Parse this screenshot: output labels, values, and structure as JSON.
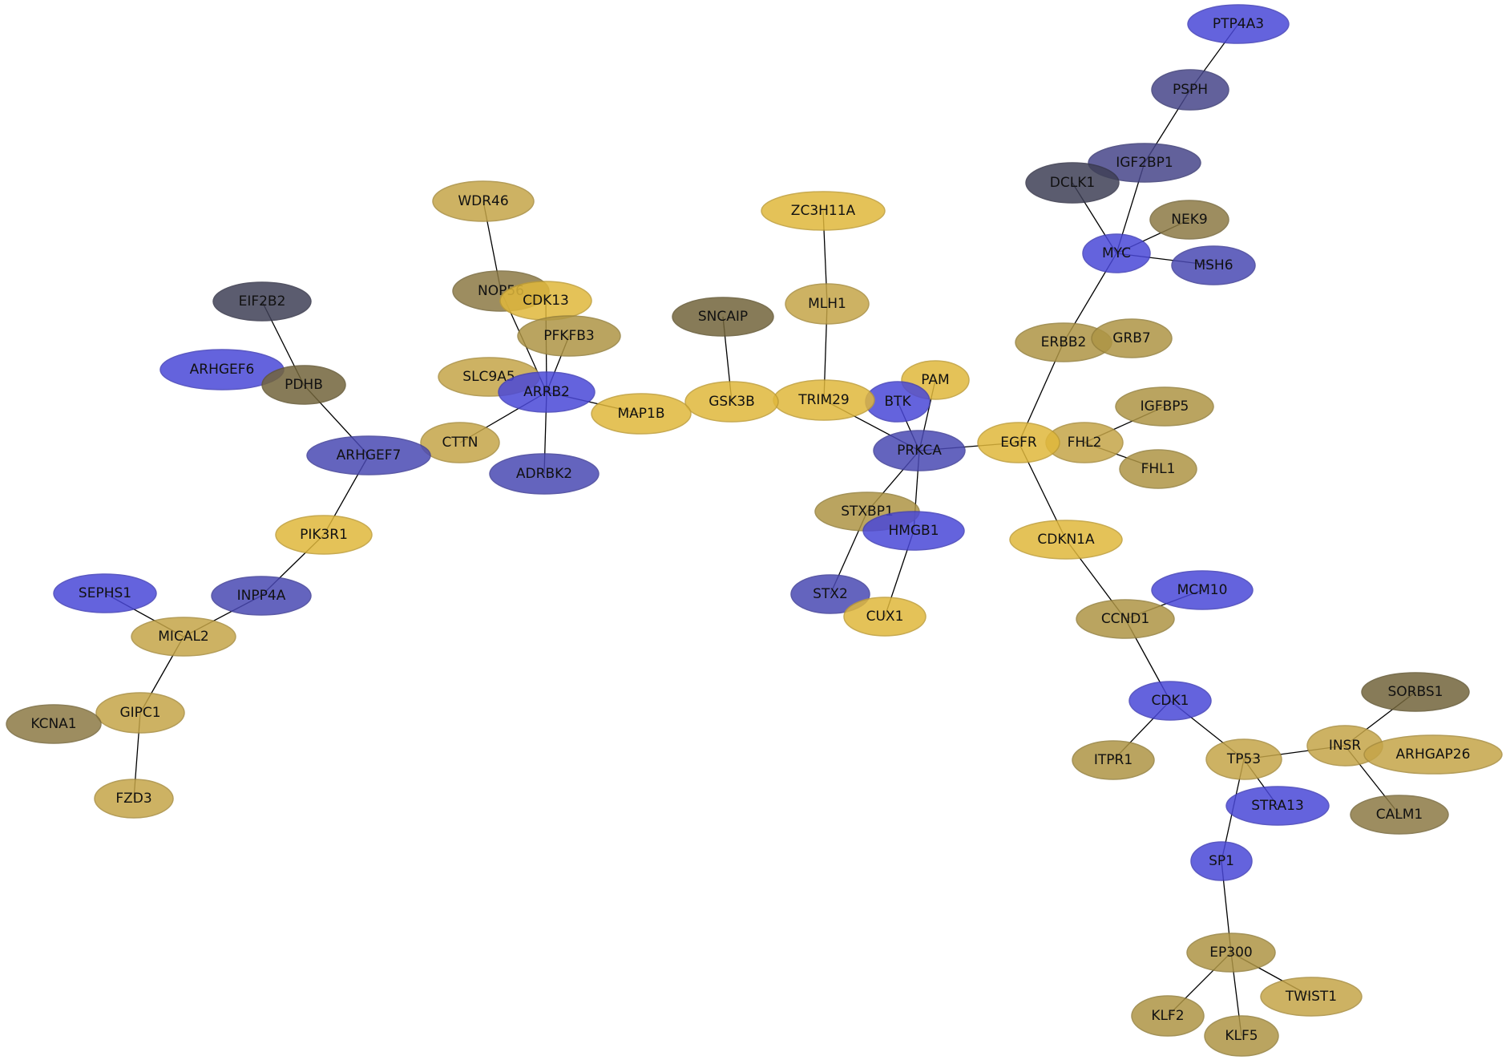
{
  "colors": {
    "blue": "#4a48d8",
    "indigo": "#4a49b3",
    "navy": "#47468a",
    "slate": "#3f4056",
    "gold": "#e0b83c",
    "tan": "#c5a548",
    "khaki": "#ae9545",
    "olive": "#8c7a45",
    "darkolive": "#73653b"
  },
  "nodes": [
    {
      "id": "PTP4A3",
      "color": "blue"
    },
    {
      "id": "PSPH",
      "color": "navy"
    },
    {
      "id": "IGF2BP1",
      "color": "navy"
    },
    {
      "id": "DCLK1",
      "color": "slate"
    },
    {
      "id": "NEK9",
      "color": "olive"
    },
    {
      "id": "MYC",
      "color": "blue"
    },
    {
      "id": "MSH6",
      "color": "indigo"
    },
    {
      "id": "ERBB2",
      "color": "khaki"
    },
    {
      "id": "GRB7",
      "color": "khaki"
    },
    {
      "id": "IGFBP5",
      "color": "khaki"
    },
    {
      "id": "FHL2",
      "color": "tan"
    },
    {
      "id": "FHL1",
      "color": "khaki"
    },
    {
      "id": "EGFR",
      "color": "gold"
    },
    {
      "id": "CDKN1A",
      "color": "gold"
    },
    {
      "id": "MCM10",
      "color": "blue"
    },
    {
      "id": "CCND1",
      "color": "khaki"
    },
    {
      "id": "CDK1",
      "color": "blue"
    },
    {
      "id": "ITPR1",
      "color": "khaki"
    },
    {
      "id": "TP53",
      "color": "tan"
    },
    {
      "id": "STRA13",
      "color": "blue"
    },
    {
      "id": "SP1",
      "color": "blue"
    },
    {
      "id": "EP300",
      "color": "khaki"
    },
    {
      "id": "KLF2",
      "color": "khaki"
    },
    {
      "id": "KLF5",
      "color": "khaki"
    },
    {
      "id": "TWIST1",
      "color": "tan"
    },
    {
      "id": "INSR",
      "color": "tan"
    },
    {
      "id": "SORBS1",
      "color": "darkolive"
    },
    {
      "id": "ARHGAP26",
      "color": "tan"
    },
    {
      "id": "CALM1",
      "color": "olive"
    },
    {
      "id": "PAM",
      "color": "gold"
    },
    {
      "id": "BTK",
      "color": "blue"
    },
    {
      "id": "PRKCA",
      "color": "indigo"
    },
    {
      "id": "STXBP1",
      "color": "khaki"
    },
    {
      "id": "HMGB1",
      "color": "blue"
    },
    {
      "id": "STX2",
      "color": "indigo"
    },
    {
      "id": "CUX1",
      "color": "gold"
    },
    {
      "id": "ZC3H11A",
      "color": "gold"
    },
    {
      "id": "MLH1",
      "color": "tan"
    },
    {
      "id": "TRIM29",
      "color": "gold"
    },
    {
      "id": "SNCAIP",
      "color": "darkolive"
    },
    {
      "id": "GSK3B",
      "color": "gold"
    },
    {
      "id": "MAP1B",
      "color": "gold"
    },
    {
      "id": "WDR46",
      "color": "tan"
    },
    {
      "id": "NOP56",
      "color": "olive"
    },
    {
      "id": "CDK13",
      "color": "gold"
    },
    {
      "id": "PFKFB3",
      "color": "khaki"
    },
    {
      "id": "SLC9A5",
      "color": "tan"
    },
    {
      "id": "ARRB2",
      "color": "blue"
    },
    {
      "id": "ADRBK2",
      "color": "indigo"
    },
    {
      "id": "CTTN",
      "color": "tan"
    },
    {
      "id": "EIF2B2",
      "color": "slate"
    },
    {
      "id": "ARHGEF6",
      "color": "blue"
    },
    {
      "id": "PDHB",
      "color": "darkolive"
    },
    {
      "id": "ARHGEF7",
      "color": "indigo"
    },
    {
      "id": "PIK3R1",
      "color": "gold"
    },
    {
      "id": "INPP4A",
      "color": "indigo"
    },
    {
      "id": "SEPHS1",
      "color": "blue"
    },
    {
      "id": "MICAL2",
      "color": "tan"
    },
    {
      "id": "GIPC1",
      "color": "tan"
    },
    {
      "id": "KCNA1",
      "color": "olive"
    },
    {
      "id": "FZD3",
      "color": "tan"
    }
  ],
  "edges": [
    [
      "PTP4A3",
      "PSPH"
    ],
    [
      "PSPH",
      "IGF2BP1"
    ],
    [
      "IGF2BP1",
      "MYC"
    ],
    [
      "DCLK1",
      "MYC"
    ],
    [
      "NEK9",
      "MYC"
    ],
    [
      "MYC",
      "MSH6"
    ],
    [
      "MYC",
      "ERBB2"
    ],
    [
      "ERBB2",
      "EGFR"
    ],
    [
      "IGFBP5",
      "FHL2"
    ],
    [
      "FHL2",
      "FHL1"
    ],
    [
      "EGFR",
      "PRKCA"
    ],
    [
      "EGFR",
      "CDKN1A"
    ],
    [
      "CDKN1A",
      "CCND1"
    ],
    [
      "MCM10",
      "CCND1"
    ],
    [
      "CCND1",
      "CDK1"
    ],
    [
      "CDK1",
      "ITPR1"
    ],
    [
      "CDK1",
      "TP53"
    ],
    [
      "TP53",
      "INSR"
    ],
    [
      "TP53",
      "STRA13"
    ],
    [
      "TP53",
      "SP1"
    ],
    [
      "SP1",
      "EP300"
    ],
    [
      "EP300",
      "KLF2"
    ],
    [
      "EP300",
      "KLF5"
    ],
    [
      "EP300",
      "TWIST1"
    ],
    [
      "INSR",
      "SORBS1"
    ],
    [
      "INSR",
      "CALM1"
    ],
    [
      "PAM",
      "PRKCA"
    ],
    [
      "BTK",
      "PRKCA"
    ],
    [
      "TRIM29",
      "PRKCA"
    ],
    [
      "PRKCA",
      "STXBP1"
    ],
    [
      "PRKCA",
      "HMGB1"
    ],
    [
      "STXBP1",
      "STX2"
    ],
    [
      "HMGB1",
      "CUX1"
    ],
    [
      "ZC3H11A",
      "MLH1"
    ],
    [
      "MLH1",
      "TRIM29"
    ],
    [
      "SNCAIP",
      "GSK3B"
    ],
    [
      "MAP1B",
      "ARRB2"
    ],
    [
      "WDR46",
      "NOP56"
    ],
    [
      "NOP56",
      "ARRB2"
    ],
    [
      "CDK13",
      "ARRB2"
    ],
    [
      "PFKFB3",
      "ARRB2"
    ],
    [
      "ARRB2",
      "ADRBK2"
    ],
    [
      "ARRB2",
      "CTTN"
    ],
    [
      "EIF2B2",
      "PDHB"
    ],
    [
      "PDHB",
      "ARHGEF7"
    ],
    [
      "ARHGEF7",
      "PIK3R1"
    ],
    [
      "PIK3R1",
      "INPP4A"
    ],
    [
      "INPP4A",
      "MICAL2"
    ],
    [
      "SEPHS1",
      "MICAL2"
    ],
    [
      "MICAL2",
      "GIPC1"
    ],
    [
      "GIPC1",
      "FZD3"
    ]
  ]
}
